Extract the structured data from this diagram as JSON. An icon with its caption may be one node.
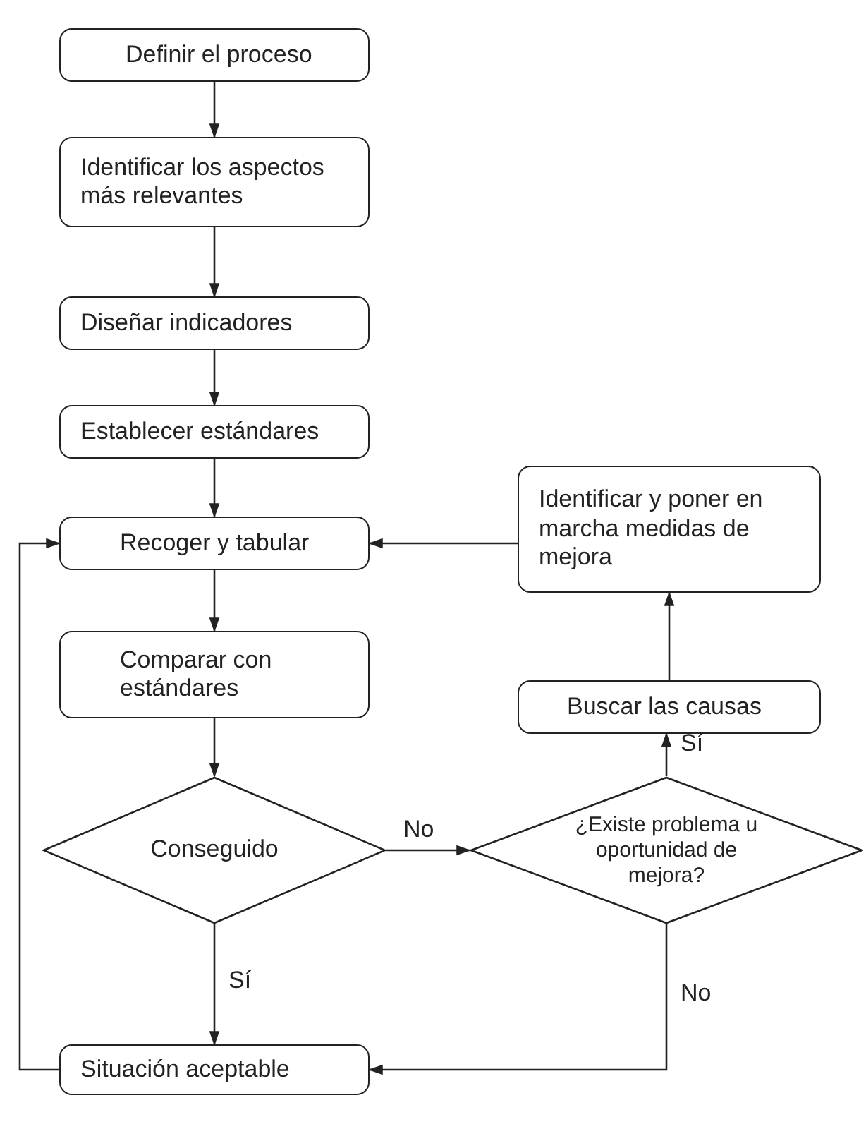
{
  "diagram": {
    "nodes": [
      {
        "text": [
          "Definir el proceso"
        ]
      },
      {
        "text": [
          "Identificar los aspectos más relevantes"
        ]
      },
      {
        "text": [
          "Diseñar indicadores"
        ]
      },
      {
        "text": [
          "Establecer estándares"
        ]
      },
      {
        "text": [
          "Recoger y tabular"
        ]
      },
      {
        "text": [
          "Comparar con estándares"
        ]
      },
      {
        "text": [
          "Conseguido"
        ]
      },
      {
        "text": [
          "¿Existe problema u oportunidad de mejora?"
        ]
      },
      {
        "text": [
          "Buscar las causas"
        ]
      },
      {
        "text": [
          "Identificar y poner en marcha medidas de mejora"
        ]
      },
      {
        "text": [
          "Situación aceptable"
        ]
      }
    ],
    "edges": [
      {
        "from": 0,
        "to": 1,
        "arrow": "to"
      },
      {
        "from": 1,
        "to": 2,
        "arrow": "to"
      },
      {
        "from": 2,
        "to": 3,
        "arrow": "to"
      },
      {
        "from": 3,
        "to": 4,
        "arrow": "to"
      },
      {
        "from": 4,
        "to": 5,
        "arrow": "to"
      },
      {
        "from": 5,
        "to": 6,
        "arrow": "to"
      },
      {
        "from": 6,
        "to": 7,
        "arrow": "to",
        "label": "No"
      },
      {
        "from": 7,
        "to": 8,
        "arrow": "to",
        "label": "Sí"
      },
      {
        "from": 8,
        "to": 9,
        "arrow": "to"
      },
      {
        "from": 9,
        "to": 4,
        "arrow": "to"
      },
      {
        "from": 6,
        "to": 10,
        "arrow": "to",
        "label": "Sí"
      },
      {
        "from": 7,
        "to": 10,
        "arrow": "to",
        "label": "No"
      },
      {
        "from": 10,
        "to": 4,
        "arrow": "to"
      }
    ]
  }
}
